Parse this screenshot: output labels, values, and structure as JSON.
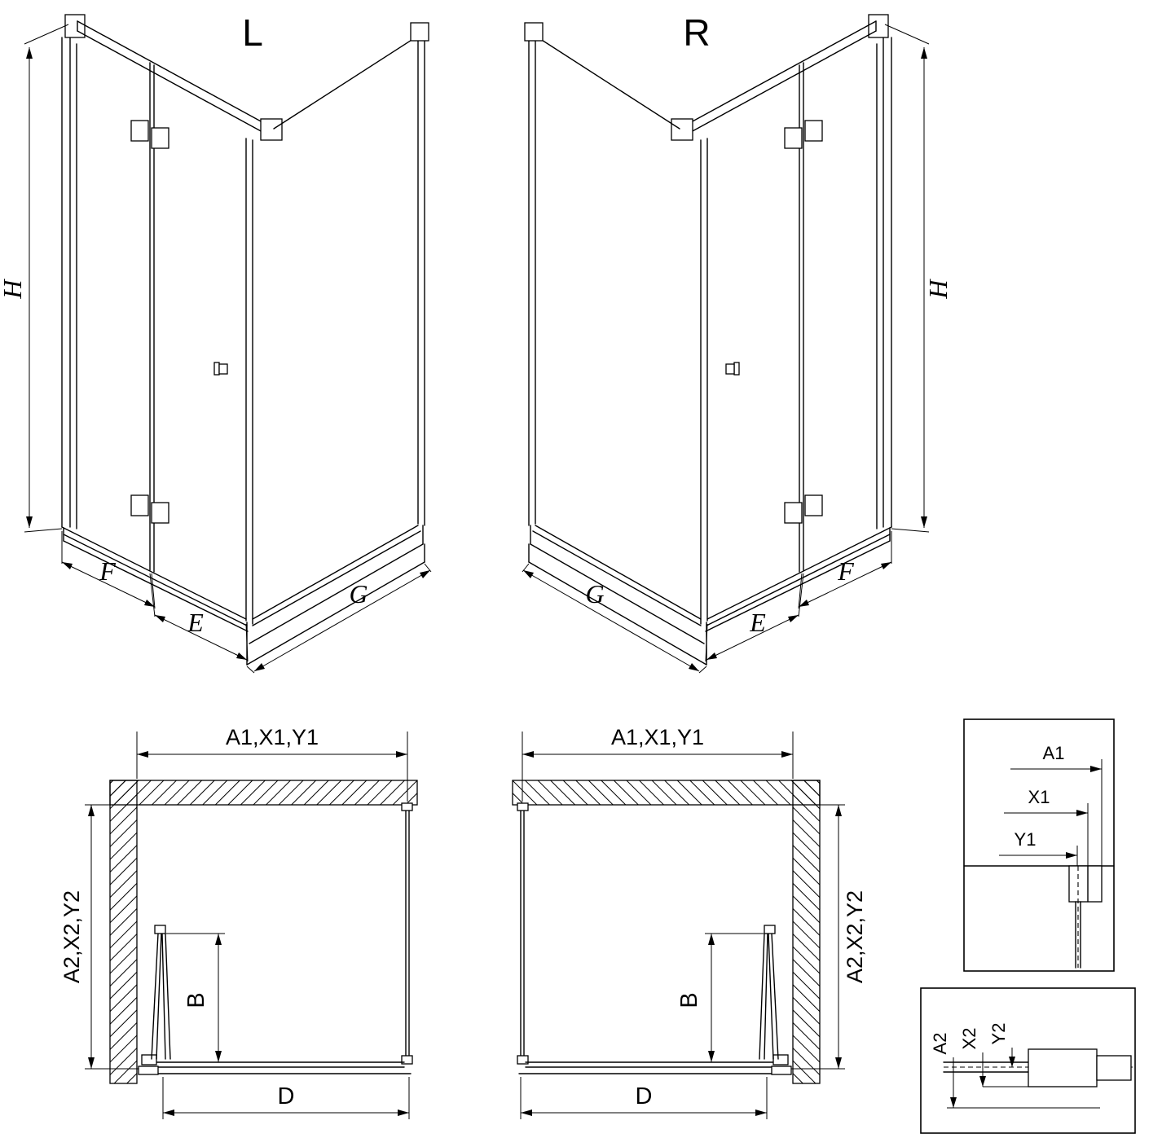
{
  "drawing": {
    "variant_left": "L",
    "variant_right": "R",
    "iso_dims": {
      "height": "H",
      "fixed_segment": "F",
      "door_segment": "E",
      "side_panel": "G"
    },
    "plan_dims": {
      "width_top": "A1,X1,Y1",
      "depth_side": "A2,X2,Y2",
      "door_fold": "B",
      "entry_width": "D"
    },
    "wall_detail_dims": {
      "a1": "A1",
      "x1": "X1",
      "y1": "Y1"
    },
    "floor_detail_dims": {
      "a2": "A2",
      "x2": "X2",
      "y2": "Y2"
    }
  }
}
